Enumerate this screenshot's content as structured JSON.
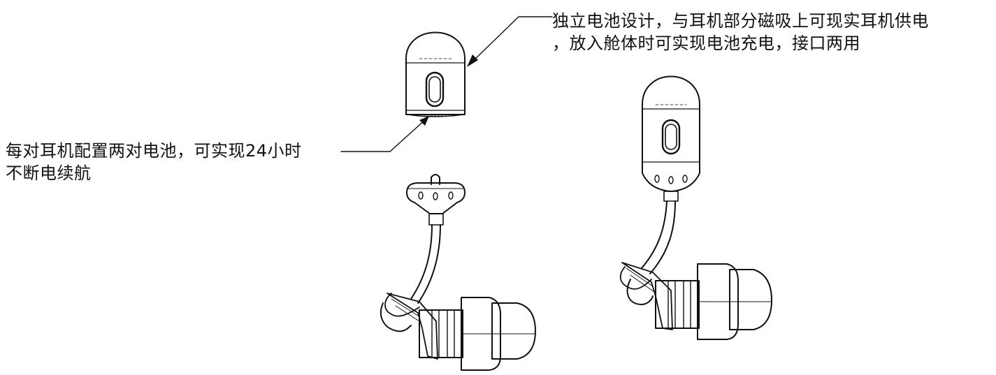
{
  "callouts": {
    "battery_design": {
      "line1": "独立电池设计，与耳机部分磁吸上可现实耳机供电",
      "line2": "，放入舱体时可实现电池充电，接口两用"
    },
    "battery_endurance": {
      "line1": "每对耳机配置两对电池，可实现24小时",
      "line2": "不断电续航"
    }
  },
  "colors": {
    "line": "#111111",
    "background": "#ffffff"
  }
}
